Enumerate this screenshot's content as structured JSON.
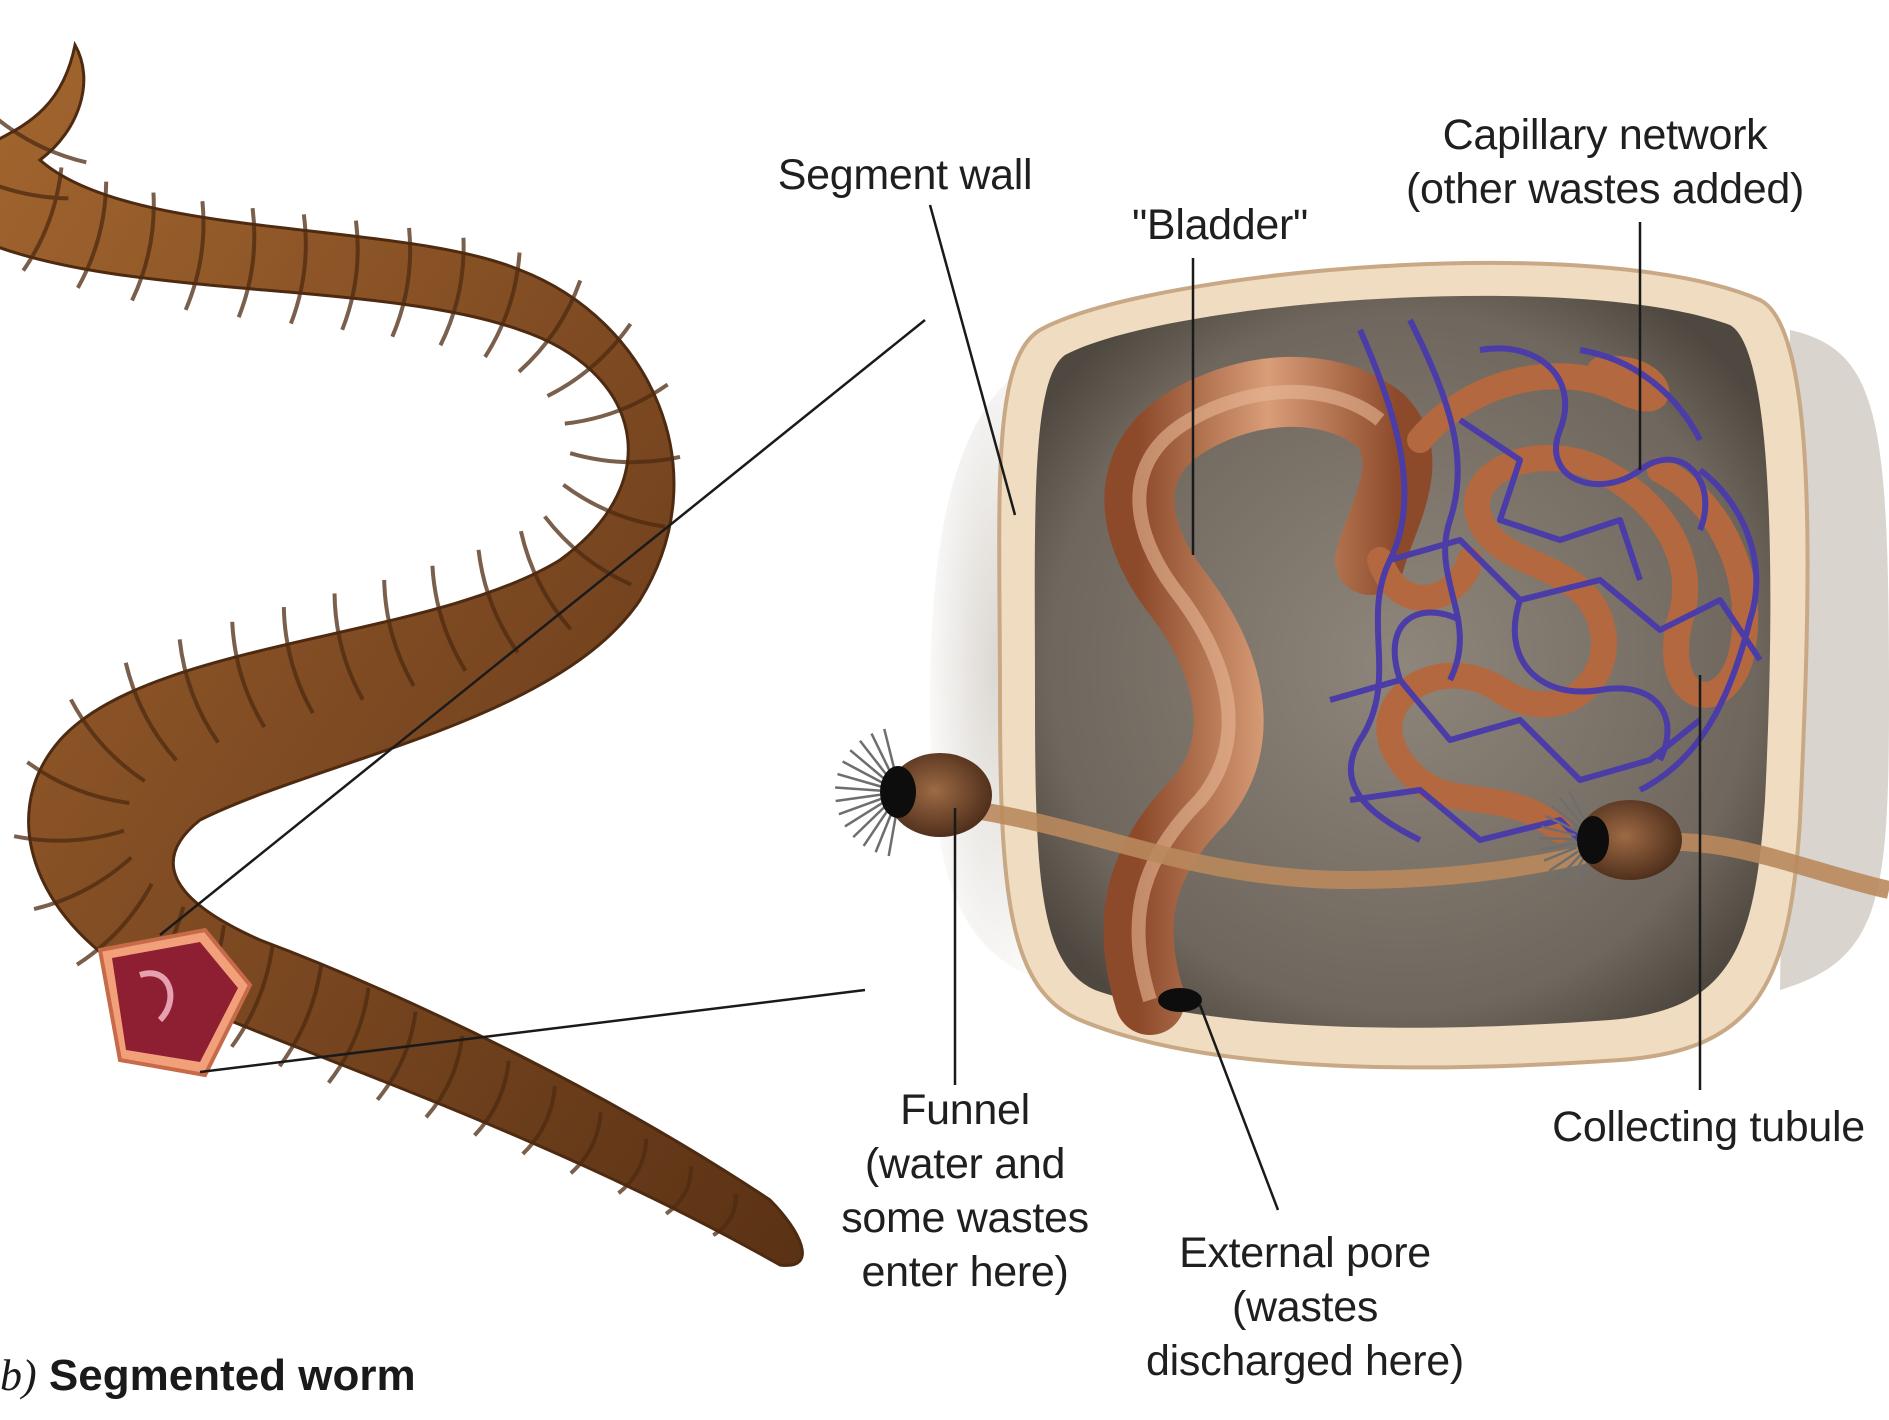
{
  "figure": {
    "caption_part": "b)",
    "caption_title": "Segmented worm",
    "labels": {
      "segment_wall": "Segment wall",
      "bladder": "\"Bladder\"",
      "capillary_network": "Capillary network\n(other wastes added)",
      "funnel": "Funnel\n(water and\nsome wastes\nenter here)",
      "external_pore": "External pore\n(wastes\ndischarged here)",
      "collecting_tubule": "Collecting tubule"
    }
  },
  "colors": {
    "worm_body": "#8a5327",
    "worm_ring": "#5e3515",
    "segment_fill": "#7d756b",
    "segment_wall": "#f0dcc0",
    "tubule": "#b0663d",
    "capillary": "#4b3ca8"
  }
}
